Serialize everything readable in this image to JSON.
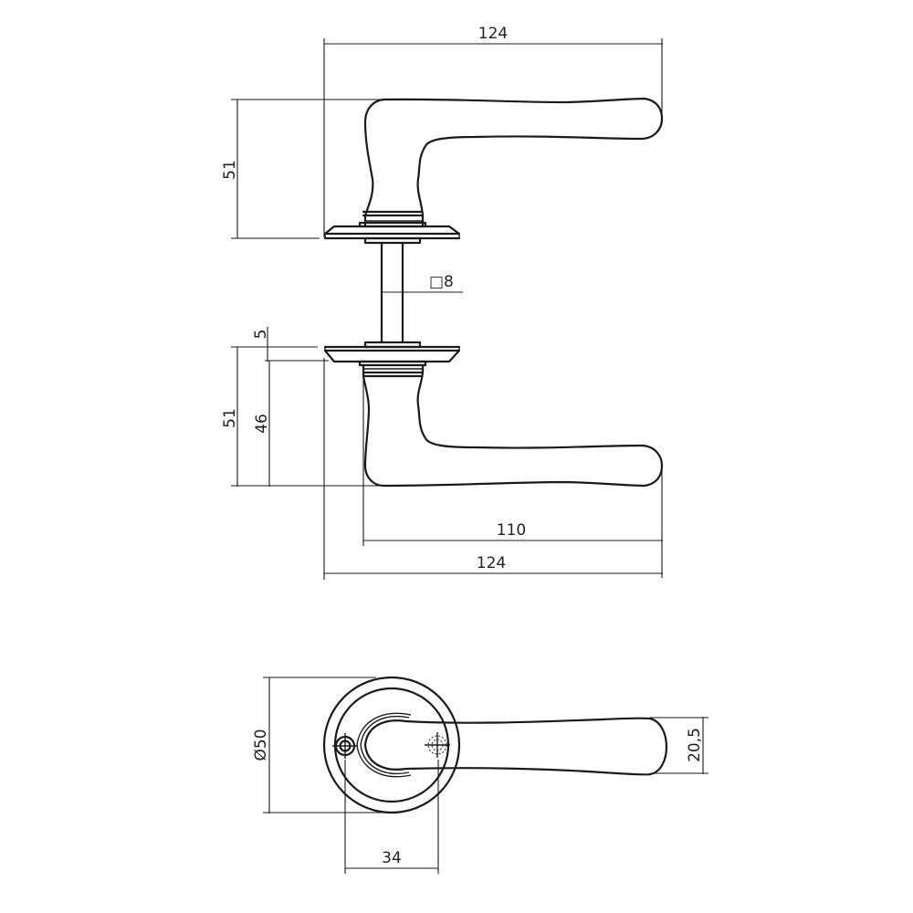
{
  "drawing": {
    "title": "Door handle set technical drawing (dimensions in mm)",
    "line_color": "#1a1a1a",
    "background": "#ffffff"
  },
  "dimensions": {
    "top_overall_length": "124",
    "top_handle_height": "51",
    "spindle_square": "□8",
    "rose_thickness": "5",
    "bottom_handle_height": "51",
    "bottom_handle_projection": "46",
    "bottom_lever_length": "110",
    "bottom_overall_length": "124",
    "rose_diameter": "Ø50",
    "lever_width": "20,5",
    "screw_spacing": "34"
  },
  "views": [
    {
      "name": "side-view-upper-handle"
    },
    {
      "name": "spindle"
    },
    {
      "name": "side-view-lower-handle"
    },
    {
      "name": "front-view-rose-and-lever"
    }
  ]
}
